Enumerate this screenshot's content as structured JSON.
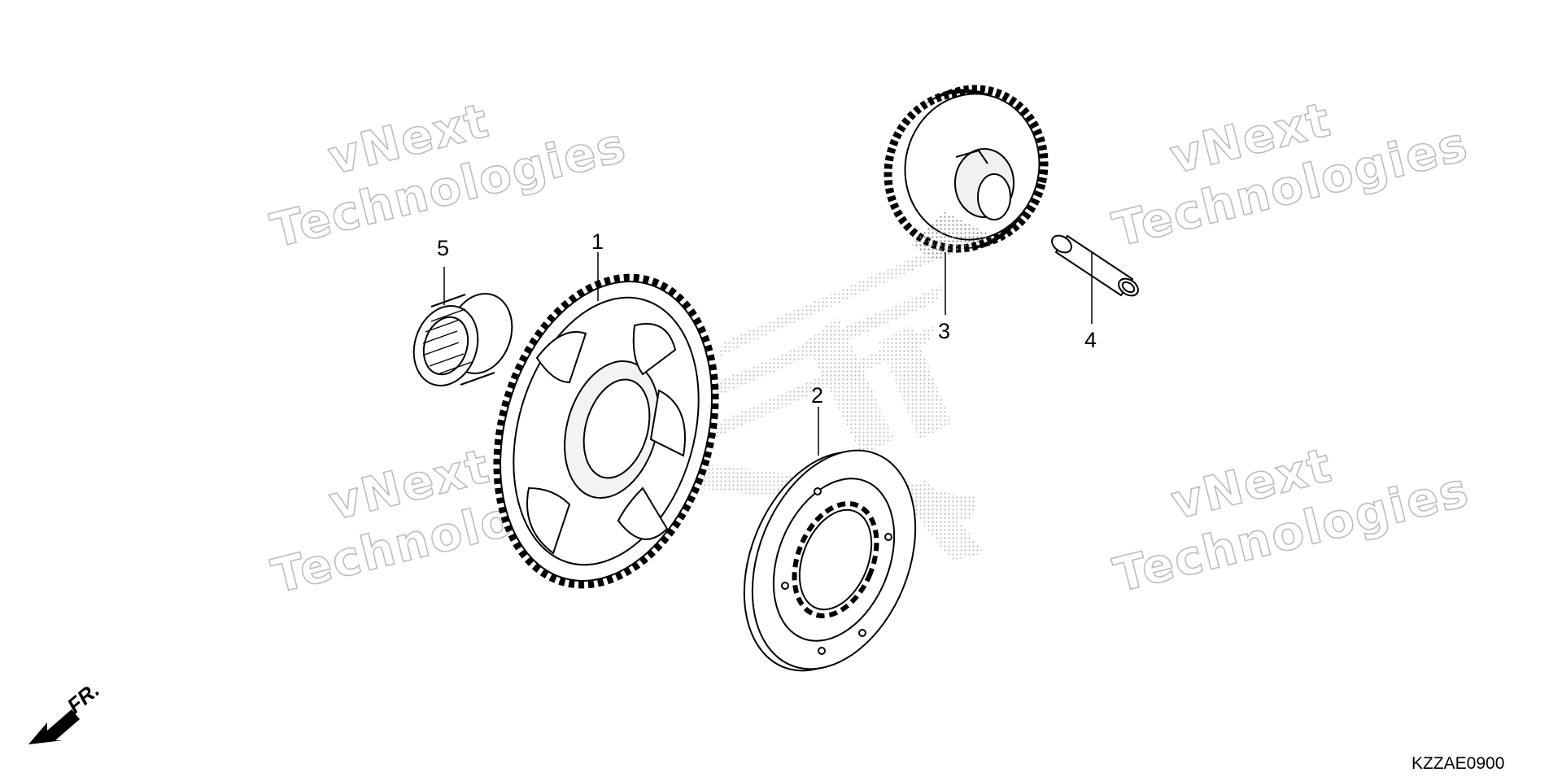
{
  "diagram": {
    "callouts": [
      {
        "id": "part-1",
        "label": "1"
      },
      {
        "id": "part-2",
        "label": "2"
      },
      {
        "id": "part-3",
        "label": "3"
      },
      {
        "id": "part-4",
        "label": "4"
      },
      {
        "id": "part-5",
        "label": "5"
      }
    ],
    "direction_label": "FR.",
    "diagram_code": "KZZAE0900",
    "watermark": {
      "line1": "vNext",
      "line2": "Technologies"
    }
  }
}
